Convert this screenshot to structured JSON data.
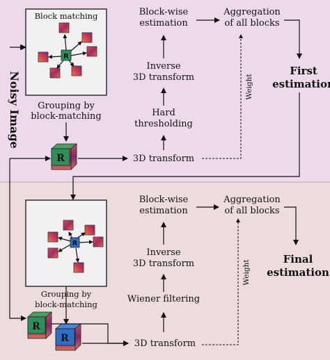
{
  "colors": {
    "top_stage_bg": "#ecdaea",
    "bottom_stage_bg": "#ecdcdd",
    "matching_box_bg": "#f2f1f1",
    "reference_block_step1": "#2f8f5b",
    "reference_block_step2": "#2c6fc4",
    "patch_purple": "#8a2a6a",
    "patch_red": "#d23a52"
  },
  "side_label": "Noisy Image",
  "step1": {
    "matching_box_title": "Block matching",
    "reference_label": "R",
    "grouping_label_line1": "Grouping by",
    "grouping_label_line2": "block-matching",
    "stack_label": "R",
    "transform_3d": "3D transform",
    "hard_line1": "Hard",
    "hard_line2": "thresholding",
    "inverse_line1": "Inverse",
    "inverse_line2": "3D transform",
    "blockwise_line1": "Block-wise",
    "blockwise_line2": "estimation",
    "aggregation_line1": "Aggregation",
    "aggregation_line2": "of all blocks",
    "weight_label": "Weight",
    "output_line1": "First",
    "output_line2": "estimation"
  },
  "step2": {
    "reference_label": "R",
    "grouping_label_line1": "Grouping by",
    "grouping_label_line2": "block-matching",
    "stack_label_1": "R",
    "stack_label_2": "R",
    "transform_3d": "3D transform",
    "wiener": "Wiener filtering",
    "inverse_line1": "Inverse",
    "inverse_line2": "3D transform",
    "blockwise_line1": "Block-wise",
    "blockwise_line2": "estimation",
    "aggregation_line1": "Aggregation",
    "aggregation_line2": "of all blocks",
    "weight_label": "Weight",
    "output_line1": "Final",
    "output_line2": "estimation"
  }
}
